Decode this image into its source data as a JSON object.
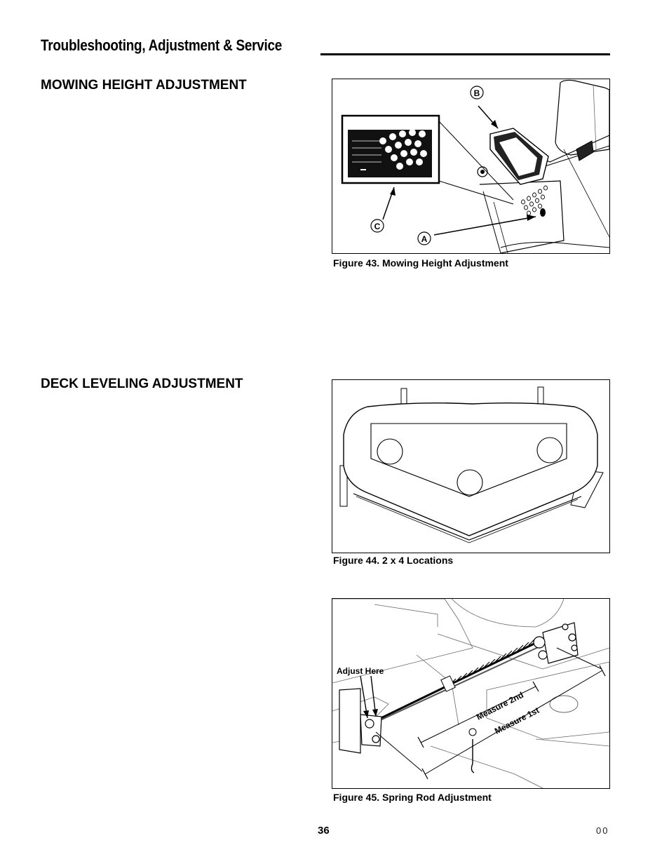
{
  "header": {
    "title": "Troubleshooting, Adjustment & Service"
  },
  "sections": [
    {
      "heading": "MOWING HEIGHT ADJUSTMENT"
    },
    {
      "heading": "DECK LEVELING ADJUSTMENT"
    }
  ],
  "figures": [
    {
      "caption": "Figure 43.  Mowing Height Adjustment",
      "callouts": [
        "B",
        "C",
        "A"
      ]
    },
    {
      "caption": "Figure 44.  2 x 4 Locations"
    },
    {
      "caption": "Figure 45.  Spring Rod Adjustment",
      "labels": [
        "Adjust Here",
        "Measure 2nd",
        "Measure 1st"
      ]
    }
  ],
  "footer": {
    "page_number": "36",
    "code": "00"
  }
}
